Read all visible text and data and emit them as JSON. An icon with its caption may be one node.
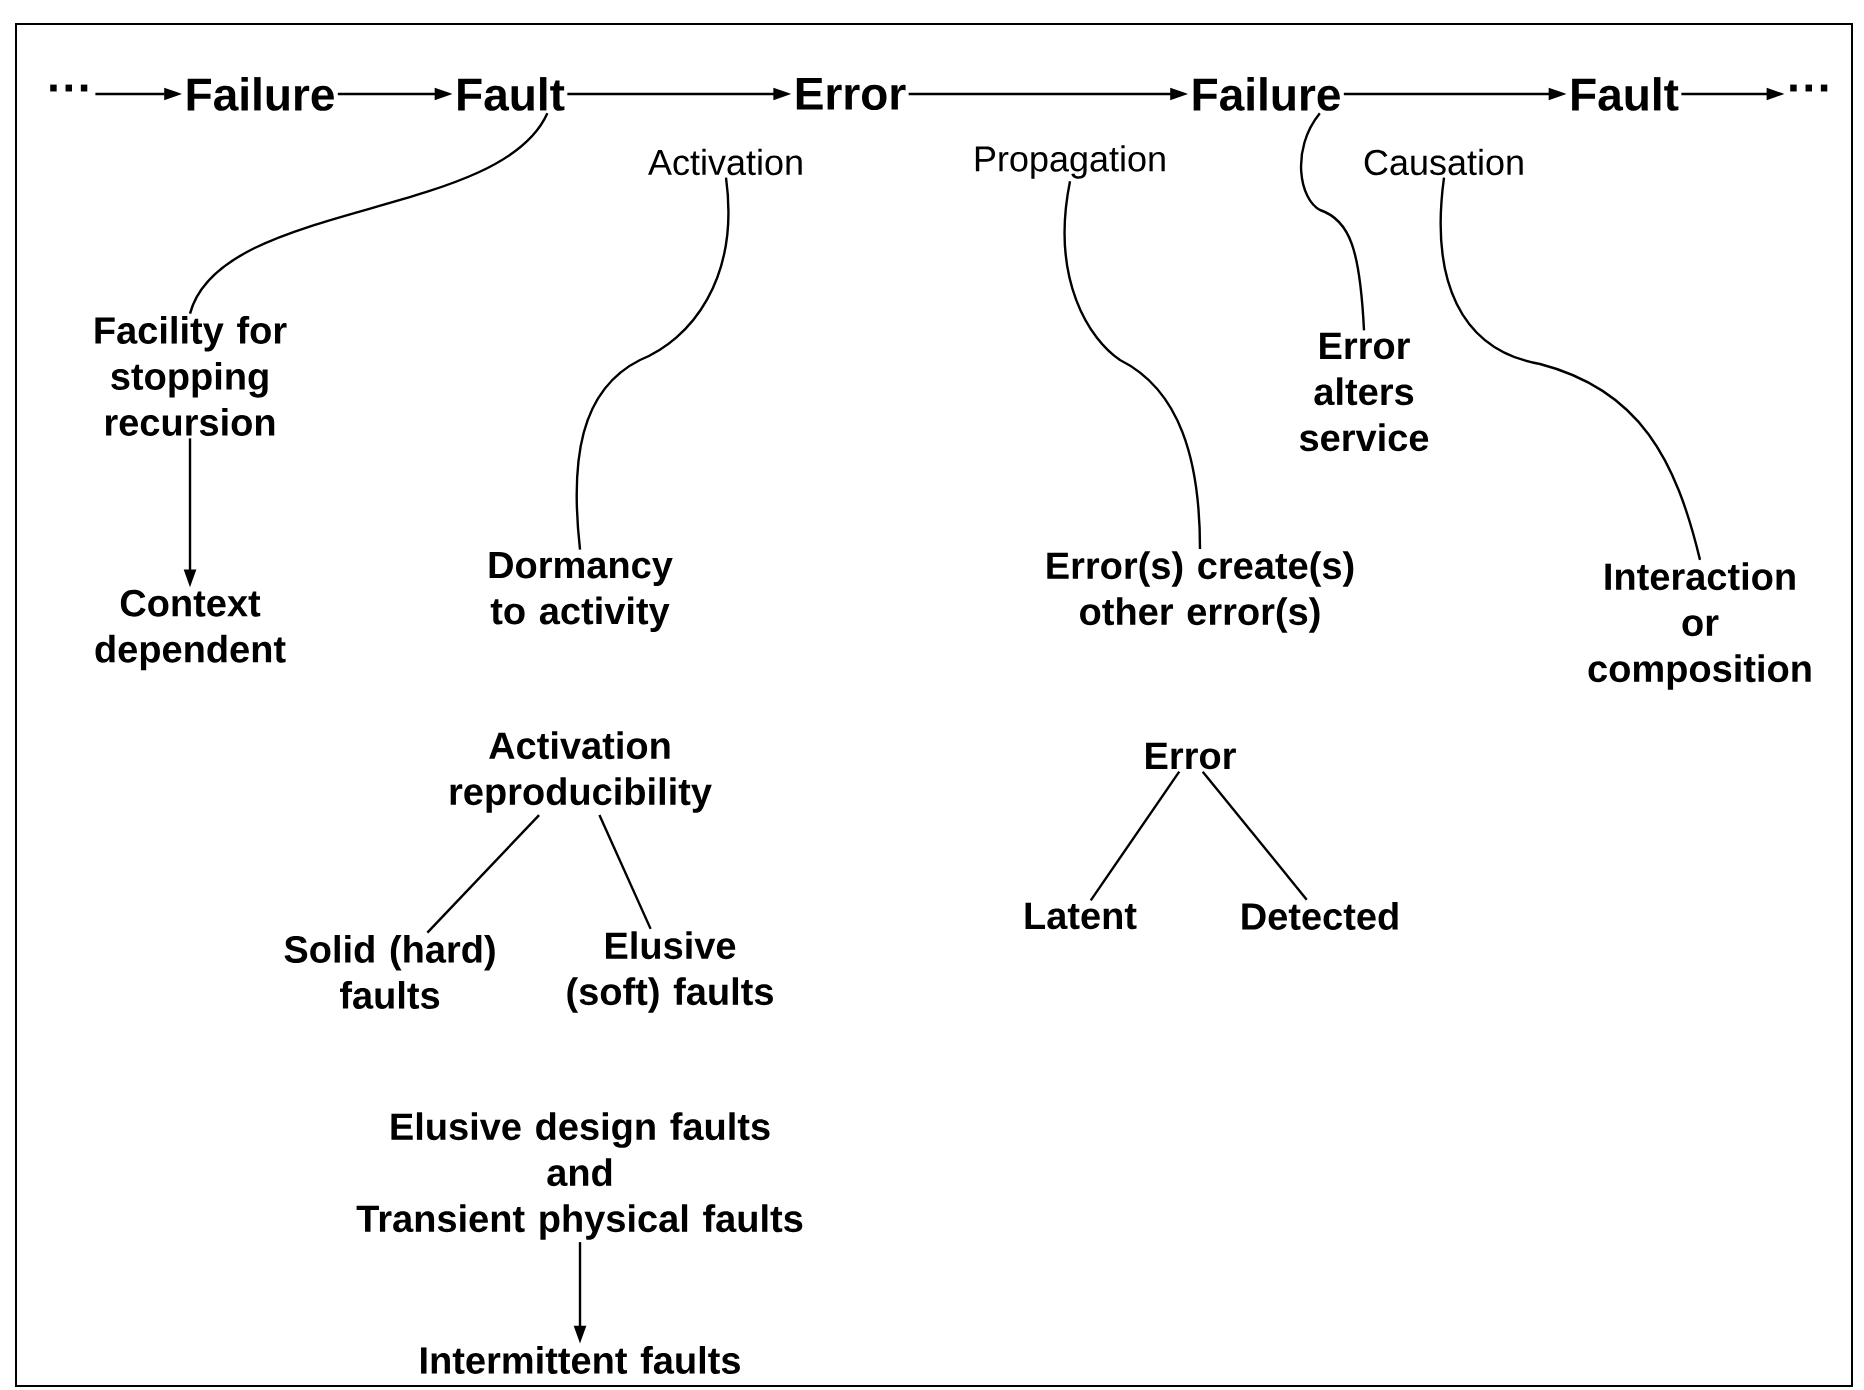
{
  "diagram": {
    "nodes": [
      {
        "text": [
          "···"
        ]
      },
      {
        "text": [
          "Failure"
        ]
      },
      {
        "text": [
          "Fault"
        ]
      },
      {
        "text": [
          "Error"
        ]
      },
      {
        "text": [
          "Failure"
        ]
      },
      {
        "text": [
          "Fault"
        ]
      },
      {
        "text": [
          "···"
        ]
      },
      {
        "text": [
          "Activation"
        ]
      },
      {
        "text": [
          "Propagation"
        ]
      },
      {
        "text": [
          "Causation"
        ]
      },
      {
        "text": [
          "Facility for stopping recursion"
        ]
      },
      {
        "text": [
          "Context dependent"
        ]
      },
      {
        "text": [
          "Dormancy to activity"
        ]
      },
      {
        "text": [
          "Activation reproducibility"
        ]
      },
      {
        "text": [
          "Solid (hard) faults"
        ]
      },
      {
        "text": [
          "Elusive (soft) faults"
        ]
      },
      {
        "text": [
          "Elusive design faults",
          "and",
          "Transient physical faults"
        ]
      },
      {
        "text": [
          "Intermittent faults"
        ]
      },
      {
        "text": [
          "Error alters service"
        ]
      },
      {
        "text": [
          "Error(s) create(s) other error(s)"
        ]
      },
      {
        "text": [
          "Interaction or composition"
        ]
      },
      {
        "text": [
          "Error"
        ]
      },
      {
        "text": [
          "Latent"
        ]
      },
      {
        "text": [
          "Detected"
        ]
      }
    ],
    "edges": [
      {
        "from": 0,
        "to": 1,
        "arrow": "to"
      },
      {
        "from": 1,
        "to": 2,
        "arrow": "to"
      },
      {
        "from": 2,
        "to": 3,
        "arrow": "to"
      },
      {
        "from": 3,
        "to": 4,
        "arrow": "to"
      },
      {
        "from": 4,
        "to": 5,
        "arrow": "to"
      },
      {
        "from": 5,
        "to": 6,
        "arrow": "to"
      },
      {
        "from": 2,
        "to": 10,
        "arrow": "none"
      },
      {
        "from": 7,
        "to": 12,
        "arrow": "none"
      },
      {
        "from": 8,
        "to": 19,
        "arrow": "none"
      },
      {
        "from": 4,
        "to": 18,
        "arrow": "none"
      },
      {
        "from": 9,
        "to": 20,
        "arrow": "none"
      },
      {
        "from": 10,
        "to": 11,
        "arrow": "to"
      },
      {
        "from": 13,
        "to": 14,
        "arrow": "none"
      },
      {
        "from": 13,
        "to": 15,
        "arrow": "none"
      },
      {
        "from": 16,
        "to": 17,
        "arrow": "to"
      },
      {
        "from": 21,
        "to": 22,
        "arrow": "none"
      },
      {
        "from": 21,
        "to": 23,
        "arrow": "none"
      }
    ]
  }
}
